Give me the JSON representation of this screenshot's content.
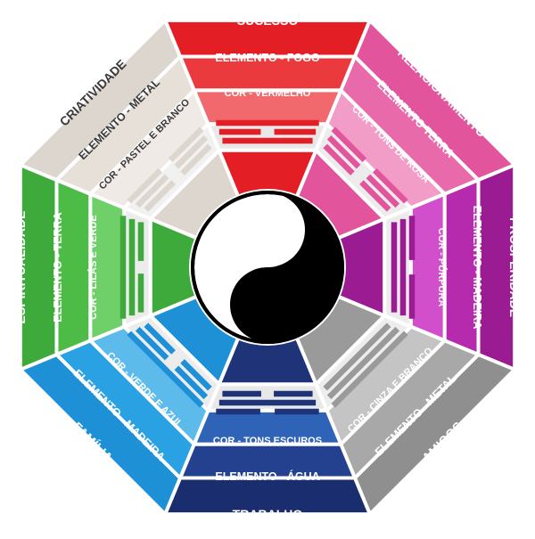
{
  "title": "",
  "areas": [
    {
      "key": "north",
      "area": "SUCESSO",
      "element": "ELEMENTO - FOGO",
      "color_label": "COR - VERMELHO",
      "colors": [
        "#e31e24",
        "#ea3a3e",
        "#f1696c",
        "#e8e8e8",
        "#e31e24"
      ],
      "trigram": [
        1,
        0,
        1
      ]
    },
    {
      "key": "northeast",
      "area": "RELACIONAMENTO",
      "element": "ELEMENTO TERRA",
      "color_label": "COR - TONS DE ROSA",
      "colors": [
        "#e2559d",
        "#e96aab",
        "#f29cc8",
        "#ececec",
        "#e2559d"
      ],
      "trigram": [
        0,
        0,
        0
      ]
    },
    {
      "key": "east",
      "area": "PROSPERIDADE",
      "element": "ELEMENTO - MADEIRA",
      "color_label": "COR - PÚRPURA",
      "colors": [
        "#9b1b93",
        "#b62aad",
        "#d24fcc",
        "#ececec",
        "#9b1b93"
      ],
      "trigram": [
        0,
        1,
        1
      ]
    },
    {
      "key": "southeast",
      "area": "AMIGOS",
      "element": "ELEMENTO - METAL",
      "color_label": "COR - CINZA E BRANCO",
      "colors": [
        "#8f8f8f",
        "#a8a8a8",
        "#c4c4c4",
        "#ededed",
        "#9a9a9a"
      ],
      "trigram": [
        1,
        1,
        1
      ]
    },
    {
      "key": "south",
      "area": "TRABALHO",
      "element": "ELEMENTO - ÁGUA",
      "color_label": "COR - TONS ESCUROS",
      "colors": [
        "#1a2d6e",
        "#24418f",
        "#2f63b8",
        "#e8e8e8",
        "#1f3478"
      ],
      "trigram": [
        0,
        1,
        0
      ]
    },
    {
      "key": "southwest",
      "area": "FAMÍLIA",
      "element": "ELEMENTO - MADEIRA",
      "color_label": "COR - VERDE E AZUL",
      "colors": [
        "#1e90d6",
        "#2aa1e2",
        "#5dbbec",
        "#ececec",
        "#1e90d6"
      ],
      "trigram": [
        1,
        0,
        0
      ]
    },
    {
      "key": "west",
      "area": "ESPIRITUALIDADE",
      "element": "ELEMENTO - TERRA",
      "color_label": "COR - LILÁS E VERDE",
      "colors": [
        "#3faa3c",
        "#4cbc47",
        "#6fcf68",
        "#ececec",
        "#3faa3c"
      ],
      "trigram": [
        1,
        1,
        0
      ]
    },
    {
      "key": "northwest",
      "area": "CRIATIVIDADE",
      "element": "ELEMENTO - METAL",
      "color_label": "COR - PASTEL E BRANCO",
      "colors": [
        "#ddd6ce",
        "#e6e0d9",
        "#efeae5",
        "#f1f1f1",
        "#ddd6ce"
      ],
      "trigram": [
        0,
        0,
        0
      ]
    }
  ],
  "palette": {
    "bg": "#ffffff",
    "divider": "#ffffff",
    "text_dark": "#3a3a3a",
    "yin": "#000000",
    "yang": "#ffffff"
  },
  "icons": {
    "center": "yin-yang-icon"
  }
}
